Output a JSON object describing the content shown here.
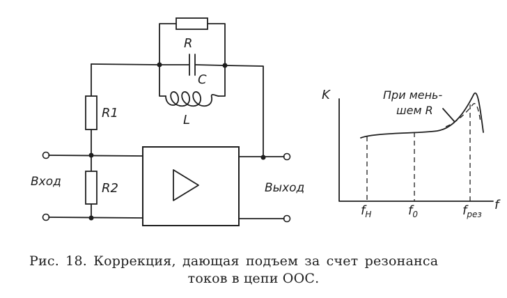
{
  "circuit": {
    "labels": {
      "r": "R",
      "c": "C",
      "l": "L",
      "r1": "R1",
      "r2": "R2",
      "input": "Вход",
      "output": "Выход"
    }
  },
  "graph": {
    "y_axis_label": "K",
    "x_axis_label": "f",
    "annotation_line1": "При мень-",
    "annotation_line2": "шем R",
    "tick_fn": "f",
    "tick_fn_sub": "H",
    "tick_f0": "f",
    "tick_f0_sub": "0",
    "tick_fres": "f",
    "tick_fres_sub": "рез"
  },
  "caption": {
    "line1": "Рис. 18. Коррекция, дающая подъем за счет резонанса",
    "line2": "токов в цепи ООС."
  }
}
